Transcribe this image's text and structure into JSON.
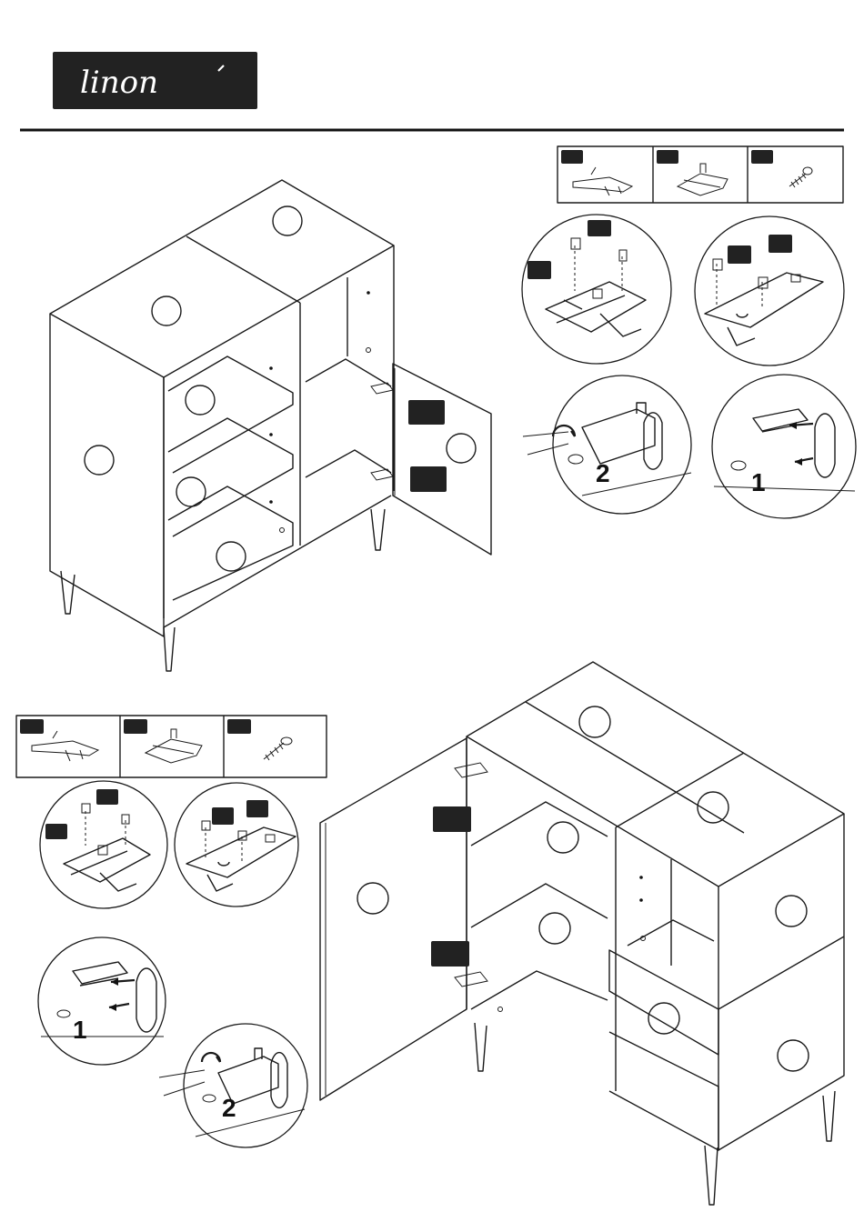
{
  "brand": {
    "logo_text": "linon",
    "logo_bg": "#222222"
  },
  "steps": {
    "step_1": "1",
    "step_2": "2"
  },
  "colors": {
    "line": "#1a1a1a",
    "part_tag": "#222222",
    "background": "#ffffff"
  },
  "parts_strip": {
    "items": [
      "hinge-arm-icon",
      "hinge-plate-icon",
      "screw-icon"
    ]
  }
}
